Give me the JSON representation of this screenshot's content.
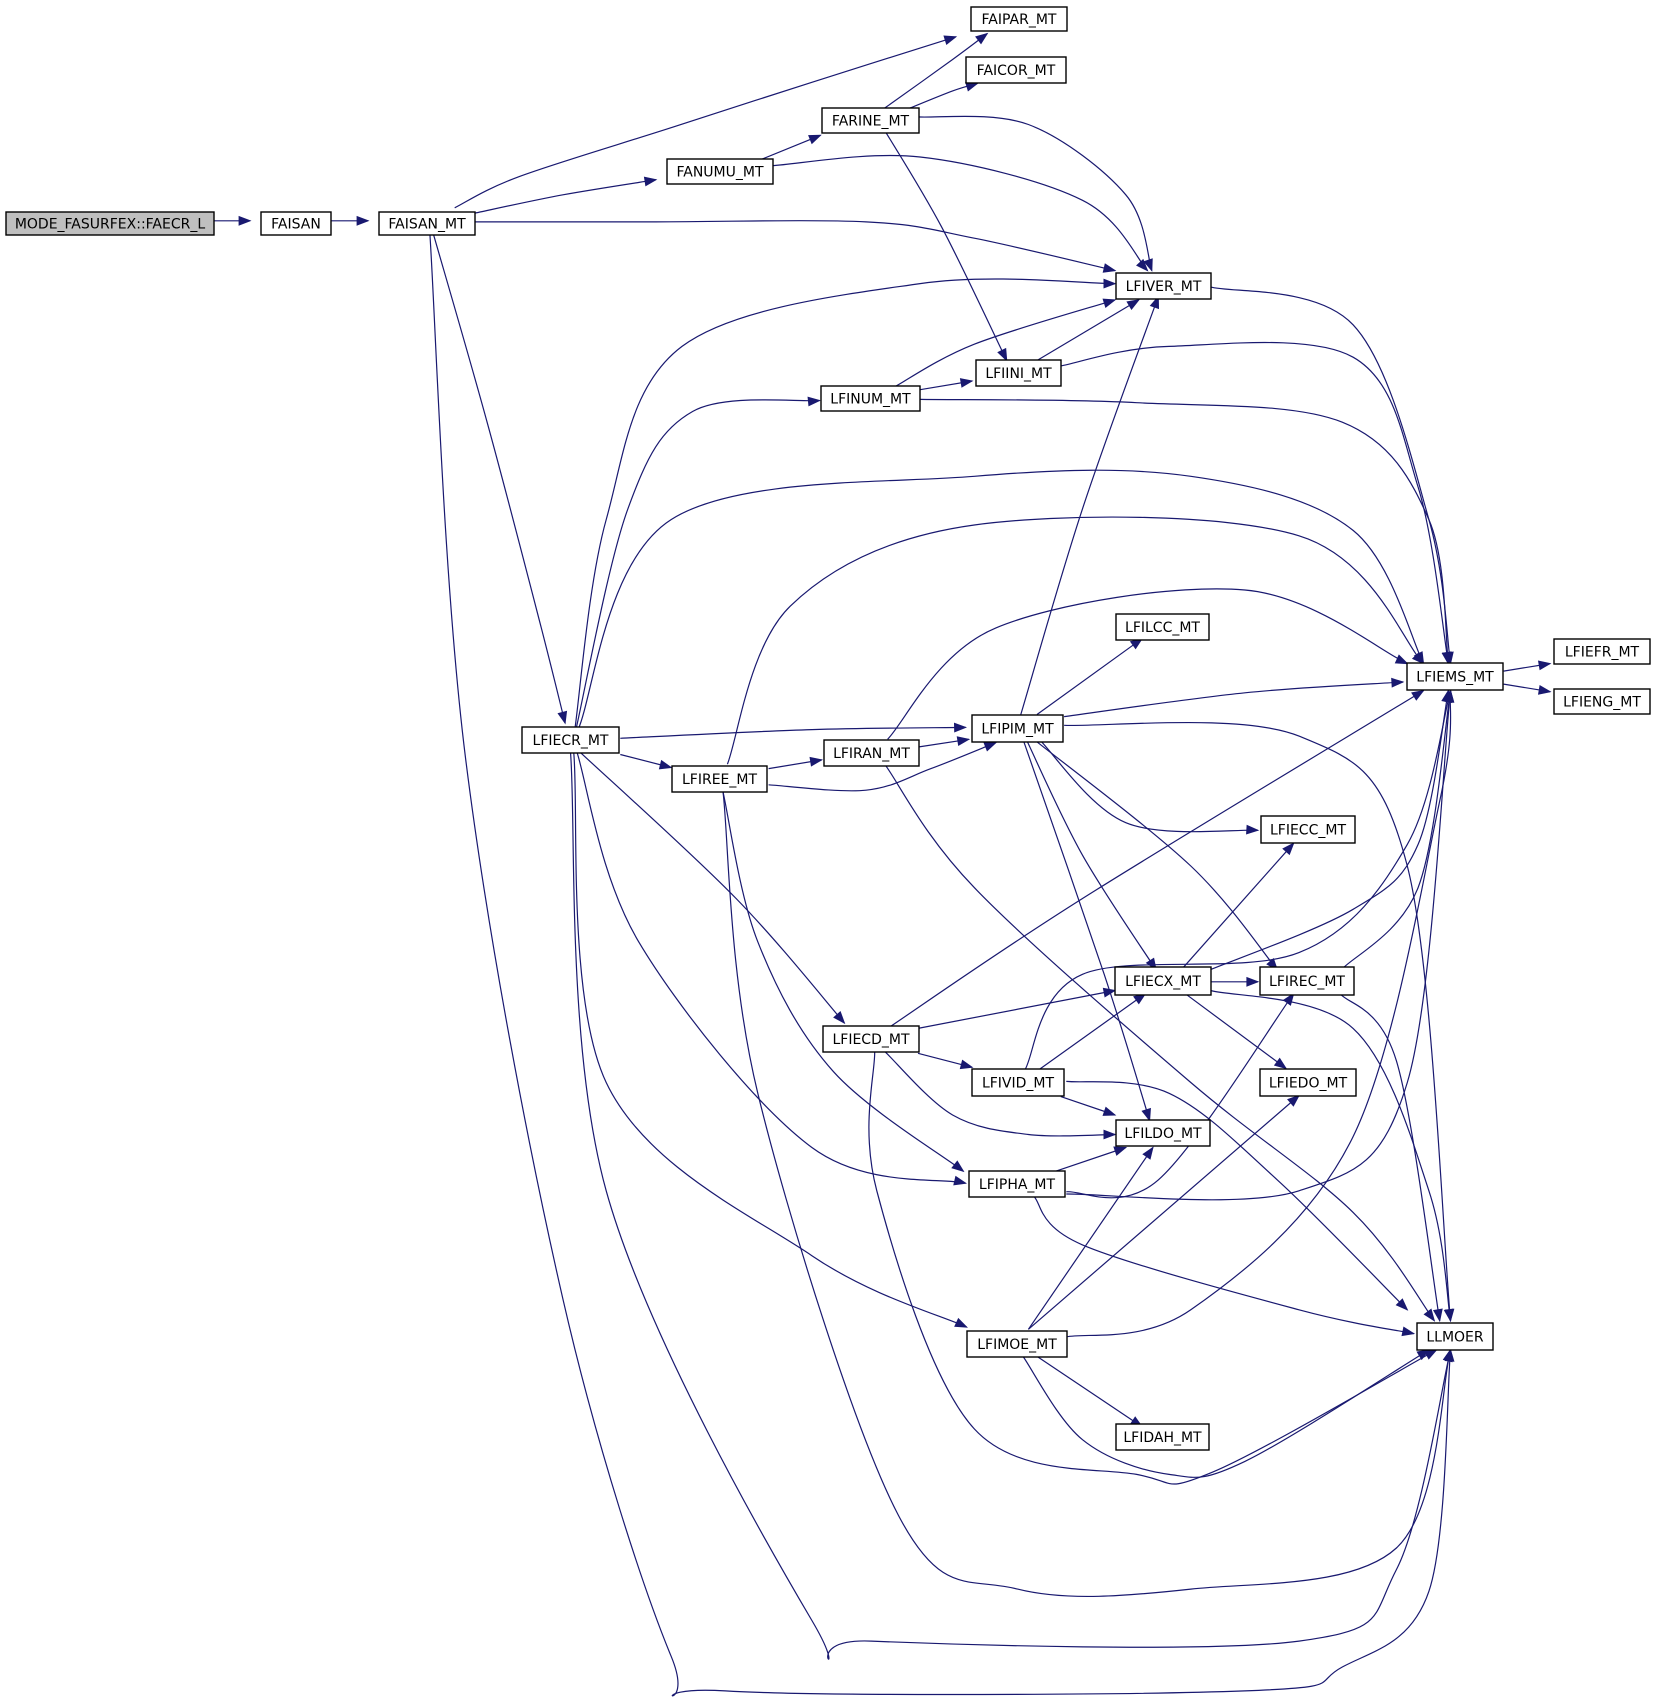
{
  "graph": {
    "kind": "call-graph",
    "edge_color": "#191970",
    "root_fill": "#bfbfbf",
    "nodes": [
      {
        "id": "root",
        "label": "MODE_FASURFEX::FAECR_L",
        "root": true
      },
      {
        "id": "faisan",
        "label": "FAISAN"
      },
      {
        "id": "faisan_mt",
        "label": "FAISAN_MT"
      },
      {
        "id": "faipar_mt",
        "label": "FAIPAR_MT"
      },
      {
        "id": "faicor_mt",
        "label": "FAICOR_MT"
      },
      {
        "id": "farine_mt",
        "label": "FARINE_MT"
      },
      {
        "id": "fanumu_mt",
        "label": "FANUMU_MT"
      },
      {
        "id": "lfiver_mt",
        "label": "LFIVER_MT"
      },
      {
        "id": "lfiini_mt",
        "label": "LFIINI_MT"
      },
      {
        "id": "lfinum_mt",
        "label": "LFINUM_MT"
      },
      {
        "id": "lfilcc_mt",
        "label": "LFILCC_MT"
      },
      {
        "id": "lfiems_mt",
        "label": "LFIEMS_MT"
      },
      {
        "id": "lfiefr_mt",
        "label": "LFIEFR_MT"
      },
      {
        "id": "lfieng_mt",
        "label": "LFIENG_MT"
      },
      {
        "id": "lfiecr_mt",
        "label": "LFIECR_MT"
      },
      {
        "id": "lfipim_mt",
        "label": "LFIPIM_MT"
      },
      {
        "id": "lfiran_mt",
        "label": "LFIRAN_MT"
      },
      {
        "id": "lfiree_mt",
        "label": "LFIREE_MT"
      },
      {
        "id": "lfiecc_mt",
        "label": "LFIECC_MT"
      },
      {
        "id": "lfiecx_mt",
        "label": "LFIECX_MT"
      },
      {
        "id": "lfirec_mt",
        "label": "LFIREC_MT"
      },
      {
        "id": "lfiecd_mt",
        "label": "LFIECD_MT"
      },
      {
        "id": "lfivid_mt",
        "label": "LFIVID_MT"
      },
      {
        "id": "lfiedo_mt",
        "label": "LFIEDO_MT"
      },
      {
        "id": "lfildo_mt",
        "label": "LFILDO_MT"
      },
      {
        "id": "lfipha_mt",
        "label": "LFIPHA_MT"
      },
      {
        "id": "lfimoe_mt",
        "label": "LFIMOE_MT"
      },
      {
        "id": "llmoer",
        "label": "LLMOER"
      },
      {
        "id": "lfidah_mt",
        "label": "LFIDAH_MT"
      }
    ],
    "edges": [
      [
        "root",
        "faisan"
      ],
      [
        "faisan",
        "faisan_mt"
      ],
      [
        "faisan_mt",
        "faipar_mt"
      ],
      [
        "faisan_mt",
        "fanumu_mt"
      ],
      [
        "faisan_mt",
        "lfiver_mt"
      ],
      [
        "faisan_mt",
        "lfiecr_mt"
      ],
      [
        "faisan_mt",
        "llmoer"
      ],
      [
        "farine_mt",
        "faipar_mt"
      ],
      [
        "farine_mt",
        "faicor_mt"
      ],
      [
        "farine_mt",
        "lfiver_mt"
      ],
      [
        "farine_mt",
        "lfiini_mt"
      ],
      [
        "fanumu_mt",
        "farine_mt"
      ],
      [
        "fanumu_mt",
        "lfiver_mt"
      ],
      [
        "lfiver_mt",
        "lfiems_mt"
      ],
      [
        "lfiini_mt",
        "lfiver_mt"
      ],
      [
        "lfiini_mt",
        "lfiems_mt"
      ],
      [
        "lfinum_mt",
        "lfiver_mt"
      ],
      [
        "lfinum_mt",
        "lfiini_mt"
      ],
      [
        "lfinum_mt",
        "lfiems_mt"
      ],
      [
        "lfiems_mt",
        "lfiefr_mt"
      ],
      [
        "lfiems_mt",
        "lfieng_mt"
      ],
      [
        "lfiecr_mt",
        "lfiver_mt"
      ],
      [
        "lfiecr_mt",
        "lfinum_mt"
      ],
      [
        "lfiecr_mt",
        "lfiems_mt"
      ],
      [
        "lfiecr_mt",
        "lfipim_mt"
      ],
      [
        "lfiecr_mt",
        "lfiree_mt"
      ],
      [
        "lfiecr_mt",
        "lfiecd_mt"
      ],
      [
        "lfiecr_mt",
        "lfipha_mt"
      ],
      [
        "lfiecr_mt",
        "lfimoe_mt"
      ],
      [
        "lfiecr_mt",
        "llmoer"
      ],
      [
        "lfiree_mt",
        "lfiems_mt"
      ],
      [
        "lfiree_mt",
        "lfiran_mt"
      ],
      [
        "lfiree_mt",
        "lfipim_mt"
      ],
      [
        "lfiree_mt",
        "lfipha_mt"
      ],
      [
        "lfiree_mt",
        "llmoer"
      ],
      [
        "lfiran_mt",
        "lfiems_mt"
      ],
      [
        "lfiran_mt",
        "lfipim_mt"
      ],
      [
        "lfiran_mt",
        "llmoer"
      ],
      [
        "lfipim_mt",
        "lfiver_mt"
      ],
      [
        "lfipim_mt",
        "lfilcc_mt"
      ],
      [
        "lfipim_mt",
        "lfiems_mt"
      ],
      [
        "lfipim_mt",
        "lfiecc_mt"
      ],
      [
        "lfipim_mt",
        "lfiecx_mt"
      ],
      [
        "lfipim_mt",
        "lfirec_mt"
      ],
      [
        "lfipim_mt",
        "lfildo_mt"
      ],
      [
        "lfipim_mt",
        "llmoer"
      ],
      [
        "lfiecx_mt",
        "lfiecc_mt"
      ],
      [
        "lfiecx_mt",
        "lfirec_mt"
      ],
      [
        "lfiecx_mt",
        "lfiems_mt"
      ],
      [
        "lfiecx_mt",
        "lfiedo_mt"
      ],
      [
        "lfiecx_mt",
        "llmoer"
      ],
      [
        "lfirec_mt",
        "lfiems_mt"
      ],
      [
        "lfirec_mt",
        "llmoer"
      ],
      [
        "lfiecd_mt",
        "lfiems_mt"
      ],
      [
        "lfiecd_mt",
        "lfiecx_mt"
      ],
      [
        "lfiecd_mt",
        "lfivid_mt"
      ],
      [
        "lfiecd_mt",
        "lfildo_mt"
      ],
      [
        "lfiecd_mt",
        "llmoer"
      ],
      [
        "lfivid_mt",
        "lfiems_mt"
      ],
      [
        "lfivid_mt",
        "lfiecx_mt"
      ],
      [
        "lfivid_mt",
        "lfildo_mt"
      ],
      [
        "lfivid_mt",
        "llmoer"
      ],
      [
        "lfipha_mt",
        "lfildo_mt"
      ],
      [
        "lfipha_mt",
        "lfirec_mt"
      ],
      [
        "lfipha_mt",
        "lfiems_mt"
      ],
      [
        "lfipha_mt",
        "llmoer"
      ],
      [
        "lfimoe_mt",
        "lfildo_mt"
      ],
      [
        "lfimoe_mt",
        "lfiedo_mt"
      ],
      [
        "lfimoe_mt",
        "lfiems_mt"
      ],
      [
        "lfimoe_mt",
        "lfidah_mt"
      ],
      [
        "lfimoe_mt",
        "llmoer"
      ]
    ]
  }
}
